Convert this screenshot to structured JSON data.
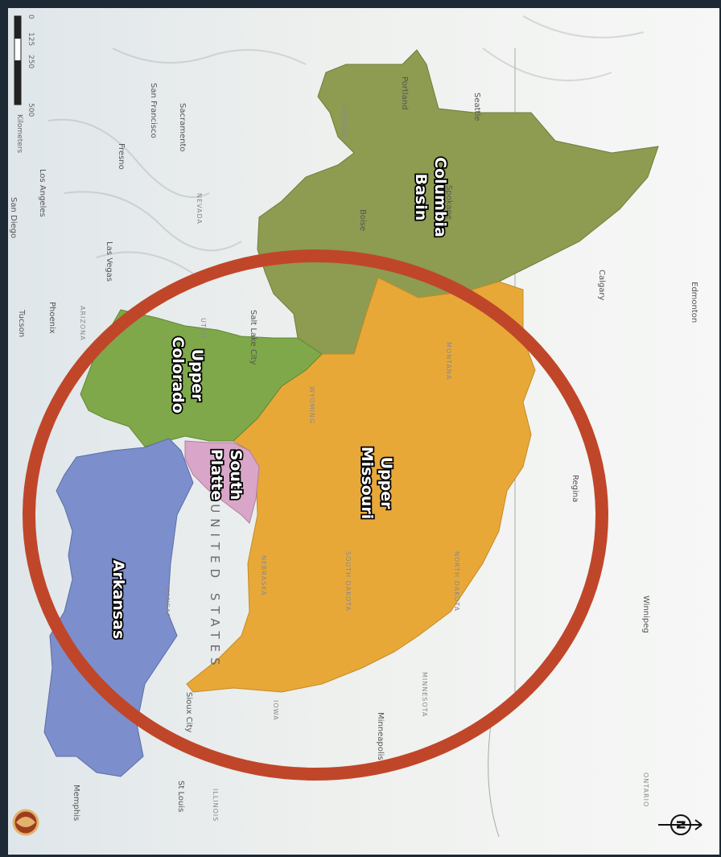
{
  "map": {
    "regions": [
      {
        "id": "columbia",
        "label_lines": [
          "Columbia",
          "Basin"
        ],
        "color": "#8d9c50"
      },
      {
        "id": "upper-missouri",
        "label_lines": [
          "Upper",
          "Missouri"
        ],
        "color": "#e8a838"
      },
      {
        "id": "upper-colorado",
        "label_lines": [
          "Upper",
          "Colorado"
        ],
        "color": "#7fa84a"
      },
      {
        "id": "south-platte",
        "label_lines": [
          "South",
          "Platte"
        ],
        "color": "#d9a6c9"
      },
      {
        "id": "arkansas",
        "label_lines": [
          "Arkansas"
        ],
        "color": "#7c8fcc"
      }
    ],
    "highlight_color": "#c0462a",
    "country_label": "UNITED STATES",
    "cities": [
      "Edmonton",
      "Calgary",
      "Regina",
      "Seattle",
      "Spokane",
      "Portland",
      "Boise",
      "Salt Lake City",
      "Sacramento",
      "San Francisco",
      "Fresno",
      "Las Vegas",
      "Los Angeles",
      "San Diego",
      "Phoenix",
      "Tucson",
      "Sioux City",
      "Minneapolis",
      "St Louis",
      "Memphis",
      "Winnipeg"
    ],
    "states": [
      "MONTANA",
      "WYOMING",
      "NEBRASKA",
      "KANSAS",
      "MINNESOTA",
      "IOWA",
      "ILLINOIS",
      "OREGON",
      "NEVADA",
      "UTAH",
      "ARIZONA",
      "ONTARIO",
      "SOUTH DAKOTA",
      "NORTH DAKOTA"
    ],
    "scale": {
      "ticks": [
        "0",
        "125",
        "250",
        "500"
      ],
      "unit": "Kilometers"
    },
    "north_arrow": "N"
  }
}
